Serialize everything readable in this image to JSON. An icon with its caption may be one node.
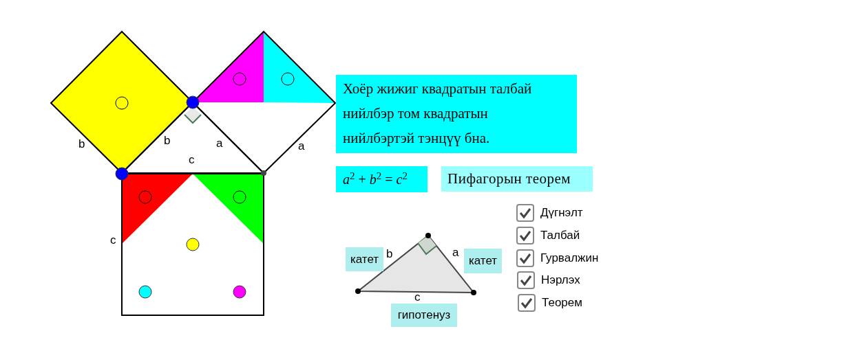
{
  "diagram": {
    "nodes": [
      {
        "text": [
          "Хоёр жижиг квадратын талбай нийлбэр том квадратын нийлбэртэй тэнцүү бна."
        ]
      },
      {
        "text": [
          "*a*$^{2}$ + *b*$^{2}$ = *c*$^{2}$"
        ]
      },
      {
        "text": [
          "Пифагорын теорем"
        ]
      },
      {
        "text": [
          "катет"
        ]
      },
      {
        "text": [
          "катет"
        ]
      },
      {
        "text": [
          "гипотенуз"
        ]
      }
    ],
    "labels": [
      "b",
      "b",
      "a",
      "c",
      "a",
      "c",
      "b",
      "a",
      "c",
      "Дүгнэлт",
      "Талбай",
      "Гурвалжин",
      "Нэрлэх",
      "Теорем"
    ]
  }
}
